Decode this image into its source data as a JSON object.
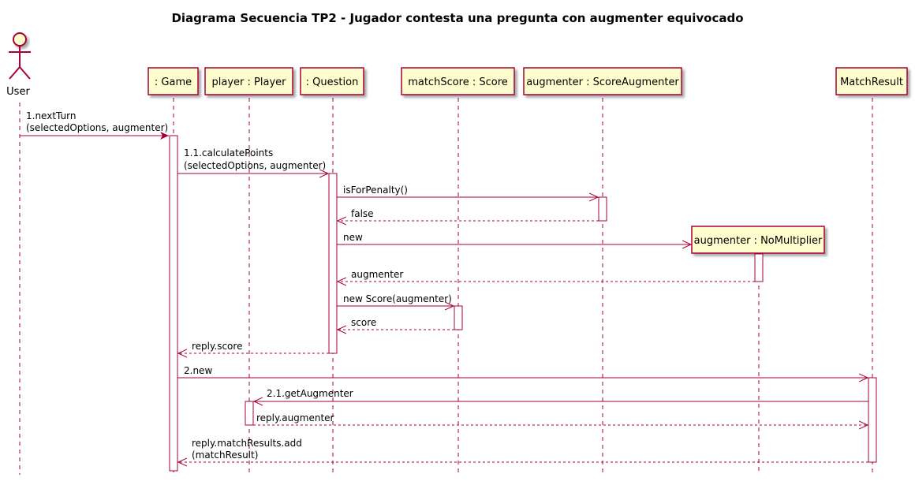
{
  "title": "Diagrama Secuencia TP2 - Jugador contesta una pregunta con augmenter equivocado",
  "colors": {
    "line": "#A80036",
    "box_fill": "#FEFECE",
    "text": "#000000",
    "background": "#FFFFFF"
  },
  "actor": {
    "label": "User",
    "icon": "stick-figure-actor-icon"
  },
  "participants": {
    "game": ": Game",
    "player": "player : Player",
    "question": ": Question",
    "match_score": "matchScore : Score",
    "augmenter": "augmenter : ScoreAugmenter",
    "match_result": "MatchResult",
    "no_multiplier": "augmenter : NoMultiplier"
  },
  "messages": {
    "m1_line1": "1.nextTurn",
    "m1_line2": "(selectedOptions, augmenter)",
    "m11_line1": "1.1.calculatePoints",
    "m11_line2": "(selectedOptions, augmenter)",
    "is_for_penalty": "isForPenalty()",
    "false_reply": "false",
    "new_call": "new",
    "augmenter_reply": "augmenter",
    "new_score": "new Score(augmenter)",
    "score_reply": "score",
    "reply_score": "reply.score",
    "m2_new": "2.new",
    "m21_get_augmenter": "2.1.getAugmenter",
    "reply_augmenter": "reply.augmenter",
    "reply_match_results_line1": "reply.matchResults.add",
    "reply_match_results_line2": "(matchResult)"
  }
}
